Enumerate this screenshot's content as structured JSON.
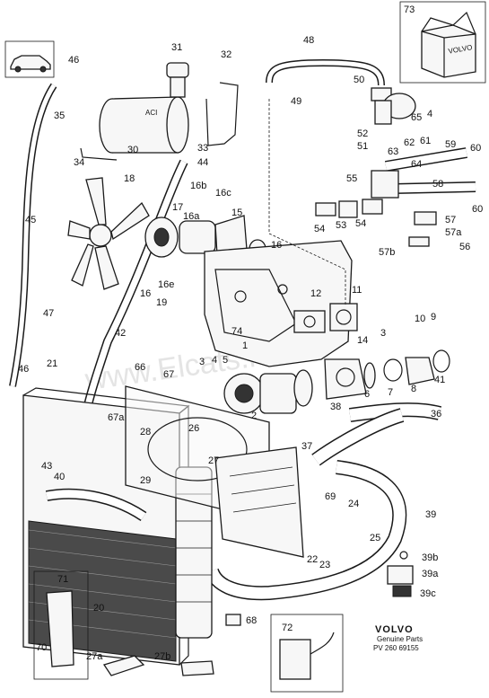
{
  "watermark": "www.Elcats.ru",
  "brand": {
    "name": "VOLVO",
    "line1": "Genuine Parts",
    "line2": "PV 260 69155"
  },
  "box_label": "VOLVO",
  "callouts": [
    {
      "id": "c31",
      "text": "31"
    },
    {
      "id": "c32",
      "text": "32"
    },
    {
      "id": "c46a",
      "text": "46"
    },
    {
      "id": "c35",
      "text": "35"
    },
    {
      "id": "c30",
      "text": "30"
    },
    {
      "id": "c33",
      "text": "33"
    },
    {
      "id": "c34",
      "text": "34"
    },
    {
      "id": "c44",
      "text": "44"
    },
    {
      "id": "c18",
      "text": "18"
    },
    {
      "id": "c45",
      "text": "45"
    },
    {
      "id": "c16b",
      "text": "16b"
    },
    {
      "id": "c16c",
      "text": "16c"
    },
    {
      "id": "c17",
      "text": "17"
    },
    {
      "id": "c16a",
      "text": "16a"
    },
    {
      "id": "c15",
      "text": "15"
    },
    {
      "id": "c16",
      "text": "16"
    },
    {
      "id": "c16d",
      "text": "16"
    },
    {
      "id": "c16e",
      "text": "16e"
    },
    {
      "id": "c19",
      "text": "19"
    },
    {
      "id": "c47",
      "text": "47"
    },
    {
      "id": "c42",
      "text": "42"
    },
    {
      "id": "c46b",
      "text": "46"
    },
    {
      "id": "c21",
      "text": "21"
    },
    {
      "id": "c66",
      "text": "66"
    },
    {
      "id": "c67",
      "text": "67"
    },
    {
      "id": "c67a",
      "text": "67a"
    },
    {
      "id": "c3a",
      "text": "3"
    },
    {
      "id": "c4",
      "text": "4"
    },
    {
      "id": "c5",
      "text": "5"
    },
    {
      "id": "c74",
      "text": "74"
    },
    {
      "id": "c1",
      "text": "1"
    },
    {
      "id": "c2",
      "text": "2"
    },
    {
      "id": "c26",
      "text": "26"
    },
    {
      "id": "c28",
      "text": "28"
    },
    {
      "id": "c27",
      "text": "27"
    },
    {
      "id": "c29",
      "text": "29"
    },
    {
      "id": "c43",
      "text": "43"
    },
    {
      "id": "c40",
      "text": "40"
    },
    {
      "id": "c20",
      "text": "20"
    },
    {
      "id": "c71",
      "text": "71"
    },
    {
      "id": "c70",
      "text": "70"
    },
    {
      "id": "c27a",
      "text": "27a"
    },
    {
      "id": "c27b",
      "text": "27b"
    },
    {
      "id": "c68",
      "text": "68"
    },
    {
      "id": "c72",
      "text": "72"
    },
    {
      "id": "c48",
      "text": "48"
    },
    {
      "id": "c73",
      "text": "73"
    },
    {
      "id": "c50",
      "text": "50"
    },
    {
      "id": "c49",
      "text": "49"
    },
    {
      "id": "c65",
      "text": "65"
    },
    {
      "id": "c4b",
      "text": "4"
    },
    {
      "id": "c52",
      "text": "52"
    },
    {
      "id": "c51",
      "text": "51"
    },
    {
      "id": "c62",
      "text": "62"
    },
    {
      "id": "c61",
      "text": "61"
    },
    {
      "id": "c59",
      "text": "59"
    },
    {
      "id": "c60a",
      "text": "60"
    },
    {
      "id": "c63",
      "text": "63"
    },
    {
      "id": "c64",
      "text": "64"
    },
    {
      "id": "c55",
      "text": "55"
    },
    {
      "id": "c58",
      "text": "58"
    },
    {
      "id": "c60b",
      "text": "60"
    },
    {
      "id": "c57",
      "text": "57"
    },
    {
      "id": "c54a",
      "text": "54"
    },
    {
      "id": "c53",
      "text": "53"
    },
    {
      "id": "c54b",
      "text": "54"
    },
    {
      "id": "c57a",
      "text": "57a"
    },
    {
      "id": "c57b",
      "text": "57b"
    },
    {
      "id": "c56",
      "text": "56"
    },
    {
      "id": "c12",
      "text": "12"
    },
    {
      "id": "c11",
      "text": "11"
    },
    {
      "id": "c14",
      "text": "14"
    },
    {
      "id": "c3b",
      "text": "3"
    },
    {
      "id": "c10",
      "text": "10"
    },
    {
      "id": "c9",
      "text": "9"
    },
    {
      "id": "c6",
      "text": "6"
    },
    {
      "id": "c7",
      "text": "7"
    },
    {
      "id": "c8",
      "text": "8"
    },
    {
      "id": "c41",
      "text": "41"
    },
    {
      "id": "c38",
      "text": "38"
    },
    {
      "id": "c36",
      "text": "36"
    },
    {
      "id": "c37",
      "text": "37"
    },
    {
      "id": "c69",
      "text": "69"
    },
    {
      "id": "c24",
      "text": "24"
    },
    {
      "id": "c39",
      "text": "39"
    },
    {
      "id": "c25",
      "text": "25"
    },
    {
      "id": "c22",
      "text": "22"
    },
    {
      "id": "c23",
      "text": "23"
    },
    {
      "id": "c39b",
      "text": "39b"
    },
    {
      "id": "c39a",
      "text": "39a"
    },
    {
      "id": "c39c",
      "text": "39c"
    }
  ]
}
